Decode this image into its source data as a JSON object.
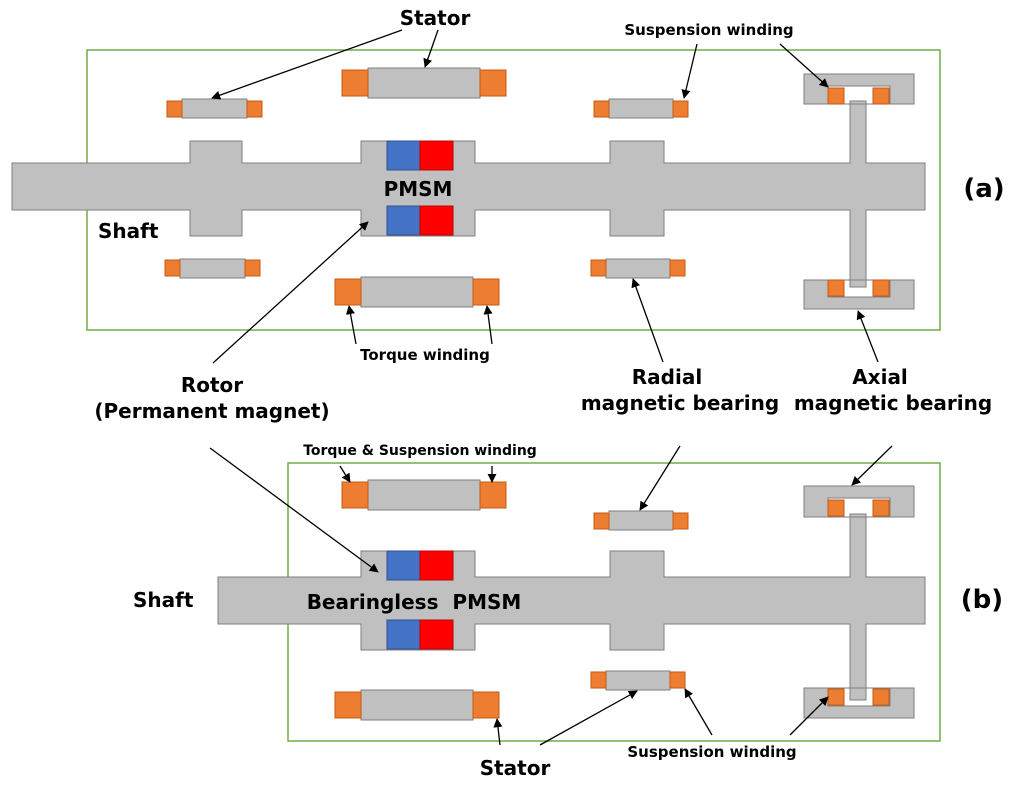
{
  "colors": {
    "shaft": "#c0c0c0",
    "outline": "#7f7f7f",
    "winding": "#ed7d31",
    "winding_outline": "#c55a11",
    "magnet_blue": "#4472c4",
    "magnet_red": "#ff0000",
    "frame": "#70ad47",
    "arrow": "#000000"
  },
  "diagram_a": {
    "panel_label": "(a)",
    "stator_label": "Stator",
    "suspension_winding_label": "Suspension winding",
    "pmsm_label": "PMSM",
    "shaft_label": "Shaft",
    "torque_winding_label": "Torque winding"
  },
  "shared": {
    "rotor_label_line1": "Rotor",
    "rotor_label_line2": "(Permanent magnet)",
    "radial_label_line1": "Radial",
    "radial_label_line2": "magnetic bearing",
    "axial_label_line1": "Axial",
    "axial_label_line2": "magnetic bearing"
  },
  "diagram_b": {
    "panel_label": "(b)",
    "torque_suspension_label": "Torque & Suspension winding",
    "shaft_label": "Shaft",
    "bearingless_label": "Bearingless  PMSM",
    "stator_label": "Stator",
    "suspension_winding_label": "Suspension winding"
  }
}
